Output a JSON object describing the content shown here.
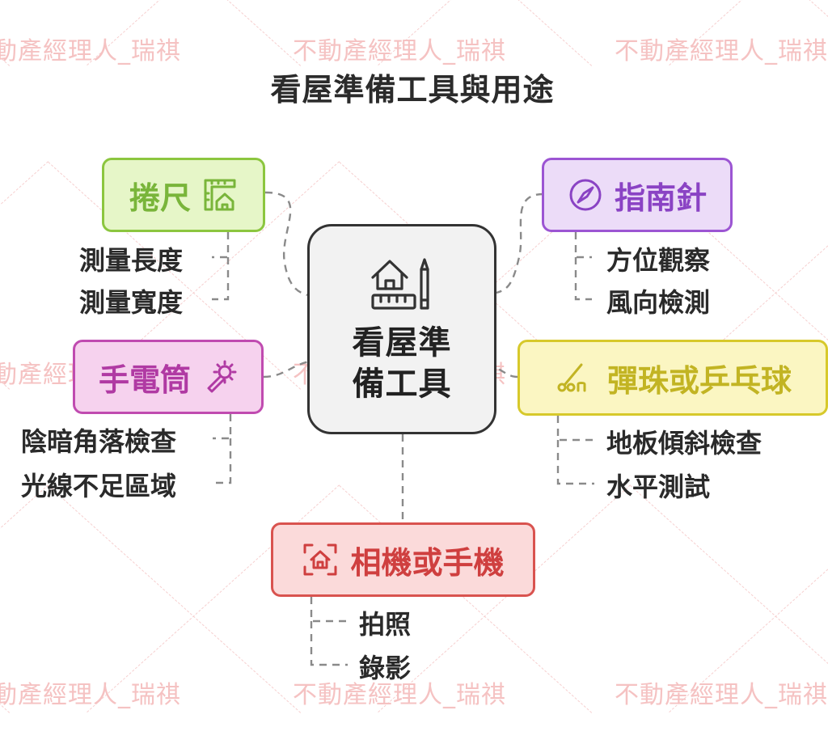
{
  "watermark": {
    "text": "不動產經理人_瑞祺"
  },
  "title": "看屋準備工具與用途",
  "center": {
    "label": "看屋準備工具",
    "icon": "house-ruler-pencil-icon"
  },
  "nodes": {
    "tape": {
      "label": "捲尺",
      "icon": "ruler-house-icon",
      "bg": "#e6f6c8",
      "border": "#8cc63f",
      "text": "#79b53a",
      "items": [
        "測量長度",
        "測量寬度"
      ]
    },
    "flash": {
      "label": "手電筒",
      "icon": "flashlight-icon",
      "bg": "#f6d2ee",
      "border": "#c04bb0",
      "text": "#b03aa3",
      "items": [
        "陰暗角落檢查",
        "光線不足區域"
      ]
    },
    "compass": {
      "label": "指南針",
      "icon": "compass-icon",
      "bg": "#ecdcf8",
      "border": "#9c55d3",
      "text": "#8a43c4",
      "items": [
        "方位觀察",
        "風向檢測"
      ]
    },
    "marble": {
      "label": "彈珠或乒乓球",
      "icon": "level-ball-icon",
      "bg": "#fbf6c2",
      "border": "#d7c92b",
      "text": "#c2b423",
      "items": [
        "地板傾斜檢查",
        "水平測試"
      ]
    },
    "camera": {
      "label": "相機或手機",
      "icon": "camera-frame-house-icon",
      "bg": "#fbdada",
      "border": "#d9534f",
      "text": "#cf3f3f",
      "items": [
        "拍照",
        "錄影"
      ]
    }
  }
}
